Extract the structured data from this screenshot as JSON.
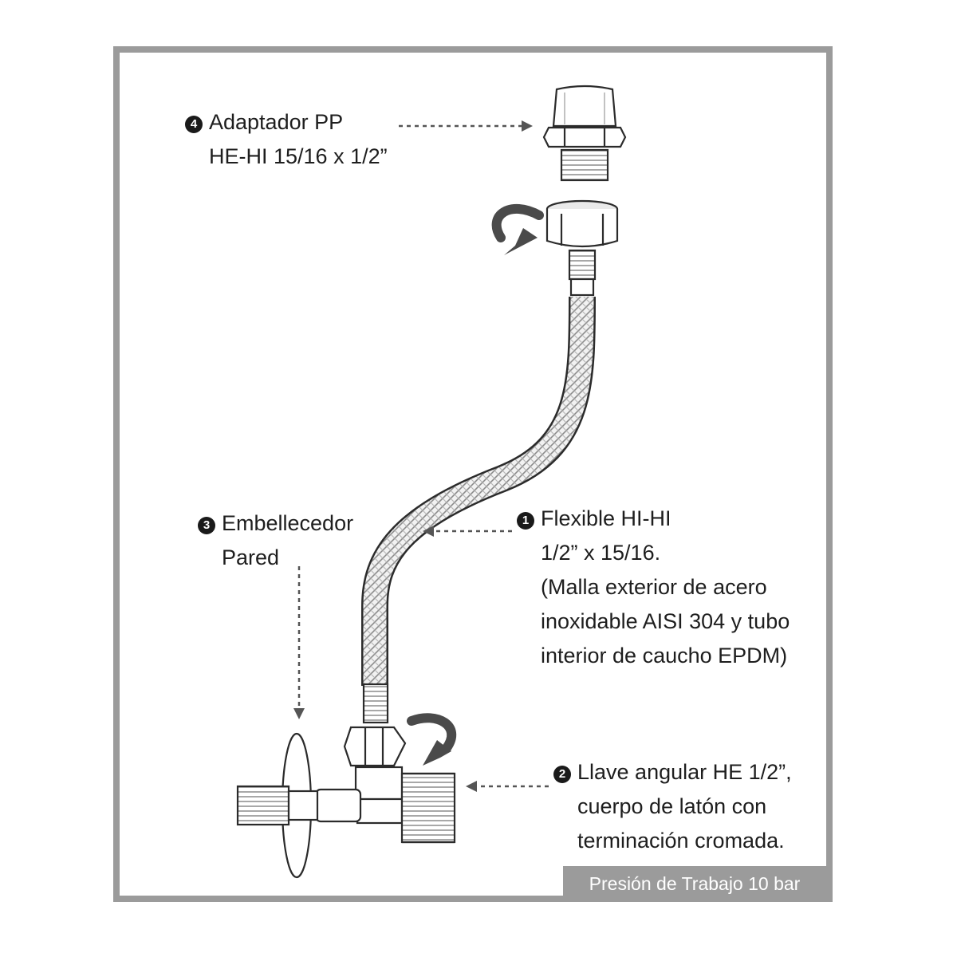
{
  "labels": {
    "adapter": {
      "number": "4",
      "line1": "Adaptador PP",
      "line2": "HE-HI 15/16 x 1/2”"
    },
    "trim": {
      "number": "3",
      "line1": "Embellecedor",
      "line2": "Pared"
    },
    "hose": {
      "number": "1",
      "line1": "Flexible HI-HI",
      "line2": "1/2” x 15/16.",
      "line3": "(Malla exterior de acero",
      "line4": "inoxidable AISI 304 y tubo",
      "line5": "interior de caucho EPDM)"
    },
    "valve": {
      "number": "2",
      "line1": "Llave angular HE 1/2”,",
      "line2": "cuerpo de latón con",
      "line3": "terminación cromada."
    }
  },
  "footer": {
    "pressure": "Presión de Trabajo 10 bar"
  },
  "colors": {
    "frame": "#9b9b9b",
    "ink": "#1e1e1e",
    "arrow": "#4a4a4a"
  }
}
